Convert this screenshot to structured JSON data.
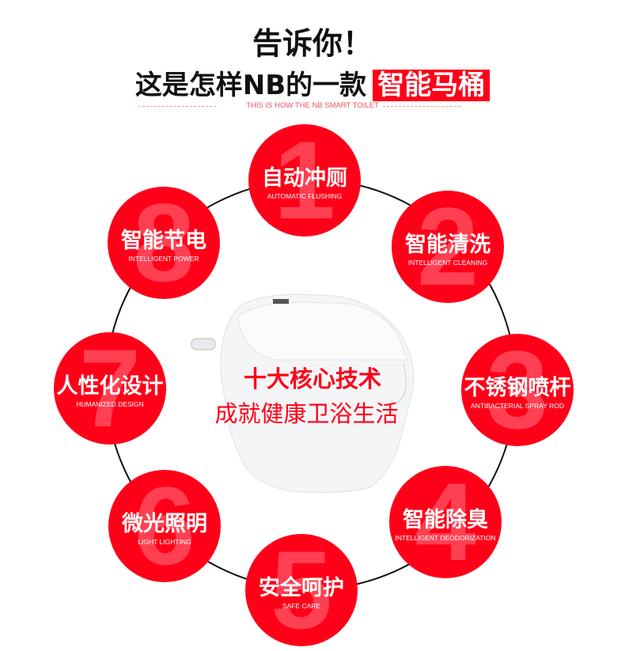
{
  "header": {
    "line1": "告诉你！",
    "line2": "这是怎样NB的一款",
    "highlight": "智能马桶",
    "subtitle": "THIS IS HOW THE NB SMART TOILET"
  },
  "center": {
    "line1": "十大核心技术",
    "line2": "成就健康卫浴生活"
  },
  "features": [
    {
      "num": "1",
      "cn": "自动冲厕",
      "en": "AUTOMATIC FLUSHING"
    },
    {
      "num": "2",
      "cn": "智能清洗",
      "en": "INTELLIGENT CLEANING"
    },
    {
      "num": "3",
      "cn": "不锈钢喷杆",
      "en": "ANTIBACTERIAL SPRAY ROD"
    },
    {
      "num": "4",
      "cn": "智能除臭",
      "en": "INTELLIGENT DEODORIZATION"
    },
    {
      "num": "5",
      "cn": "安全呵护",
      "en": "SAFE CARE"
    },
    {
      "num": "6",
      "cn": "微光照明",
      "en": "LIGHT LIGHTING"
    },
    {
      "num": "7",
      "cn": "人性化设计",
      "en": "HUMANIZED DESIGN"
    },
    {
      "num": "8",
      "cn": "智能节电",
      "en": "INTELLIGENT POWER"
    }
  ],
  "colors": {
    "accent": "#ff0019"
  }
}
